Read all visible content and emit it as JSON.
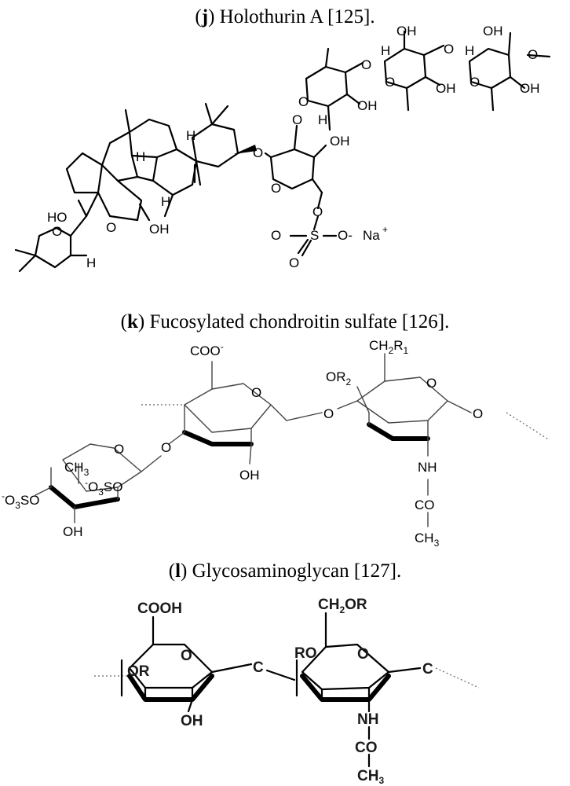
{
  "panels": [
    {
      "letter": "j",
      "caption": "Holothurin A [125].",
      "labels": {
        "oh": "OH",
        "o": "O",
        "h": "H",
        "ho": "HO",
        "sulfur": "S",
        "o_minus": "O-",
        "na": "Na",
        "plus": "+"
      }
    },
    {
      "letter": "k",
      "caption": "Fucosylated chondroitin sulfate [126].",
      "labels": {
        "coo": "COO",
        "minus": "-",
        "ch2r1_main": "CH",
        "ch2r1_sub": "2",
        "ch2r1_r": "R",
        "ch2r1_rsub": "1",
        "or2_main": "OR",
        "or2_sub": "2",
        "o": "O",
        "oh": "OH",
        "nh": "NH",
        "co": "CO",
        "ch3_main": "CH",
        "ch3_sub": "3",
        "o3so_left": "O",
        "o3so_left_sub": "3",
        "o3so_left_so": "SO",
        "o3so_mid": "O",
        "o3so_mid_sub": "3",
        "o3so_mid_so": "SO"
      }
    },
    {
      "letter": "l",
      "caption": "Glycosaminoglycan [127].",
      "labels": {
        "cooh": "COOH",
        "ch2or_c": "CH",
        "ch2or_sub": "2",
        "ch2or_or": "OR",
        "o": "O",
        "c": "C",
        "or": "OR",
        "ro": "RO",
        "oh": "OH",
        "nh": "NH",
        "co": "CO",
        "ch3_main": "CH",
        "ch3_sub": "3"
      }
    }
  ]
}
